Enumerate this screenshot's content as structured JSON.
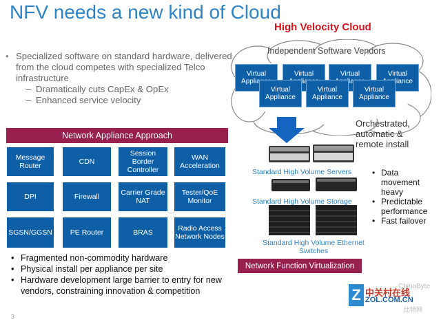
{
  "title": "NFV needs a new kind of Cloud",
  "left_bullets": {
    "main": "Specialized software on standard hardware, delivered from the cloud competes with specialized Telco infrastructure",
    "subs": [
      "Dramatically cuts CapEx & OpEx",
      "Enhanced service velocity"
    ]
  },
  "nfa": {
    "header": "Network Appliance Approach",
    "boxes": [
      "Message Router",
      "CDN",
      "Session Border Controller",
      "WAN Acceleration",
      "DPI",
      "Firewall",
      "Carrier Grade NAT",
      "Tester/QoE Monitor",
      "SGSN/GGSN",
      "PE Router",
      "BRAS",
      "Radio Access Network Nodes"
    ]
  },
  "bottom_bullets": [
    "Fragmented non-commodity hardware",
    "Physical install per appliance per site",
    "Hardware development large barrier to entry for new vendors, constraining innovation & competition"
  ],
  "page_number": "3",
  "hv_cloud": {
    "title": "High Velocity Cloud",
    "isv": "Independent Software Vendors",
    "back_appliance": "Virtual Appliance",
    "front_appliance": "Virtual Appliance",
    "orchestrated": [
      "Orchestrated,",
      "automatic &",
      "remote install"
    ]
  },
  "hardware": {
    "servers": "Standard High Volume Servers",
    "storage": "Standard High Volume Storage",
    "switches": [
      "Standard High Volume Ethernet",
      "Switches"
    ]
  },
  "right_bullets": [
    "Data movement heavy",
    "Predictable performance",
    "Fast failover"
  ],
  "nfv_label": "Network Function Virtualization",
  "watermark": {
    "letter": "Z",
    "cn": "中关村在线",
    "en": "ZOL.COM.CN",
    "site": "ChinaByte",
    "site2": "比特网"
  },
  "colors": {
    "title_blue": "#2f83c6",
    "box_blue": "#0f5fa7",
    "header_maroon": "#98204e",
    "accent_red": "#d9141c"
  }
}
